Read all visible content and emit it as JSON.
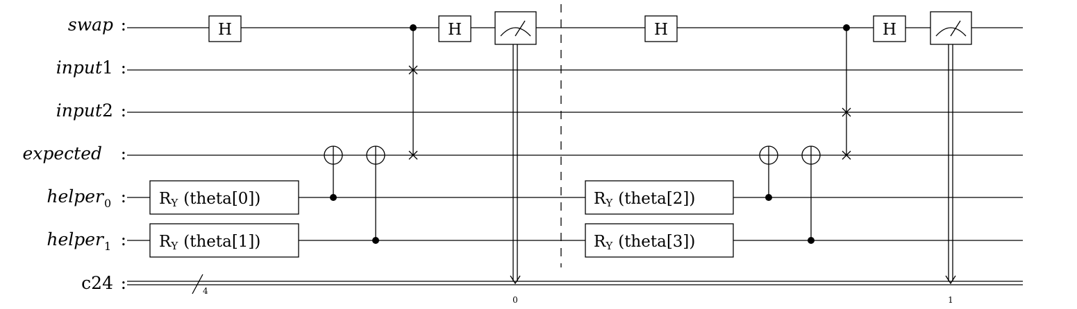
{
  "circuit": {
    "qubits": [
      {
        "name": "swap",
        "sub": ""
      },
      {
        "name": "input1",
        "sub": ""
      },
      {
        "name": "input2",
        "sub": ""
      },
      {
        "name": "expected",
        "sub": ""
      },
      {
        "name": "helper",
        "sub": "0"
      },
      {
        "name": "helper",
        "sub": "1"
      }
    ],
    "classical": {
      "name": "c24",
      "width": "4"
    },
    "separator": ":",
    "gates": {
      "h": "H",
      "ry_base": "R",
      "ry_sub": "Y",
      "ry_params": [
        "(theta[0])",
        "(theta[1])",
        "(theta[2])",
        "(theta[3])"
      ]
    },
    "measure_indices": [
      "0",
      "1"
    ]
  }
}
